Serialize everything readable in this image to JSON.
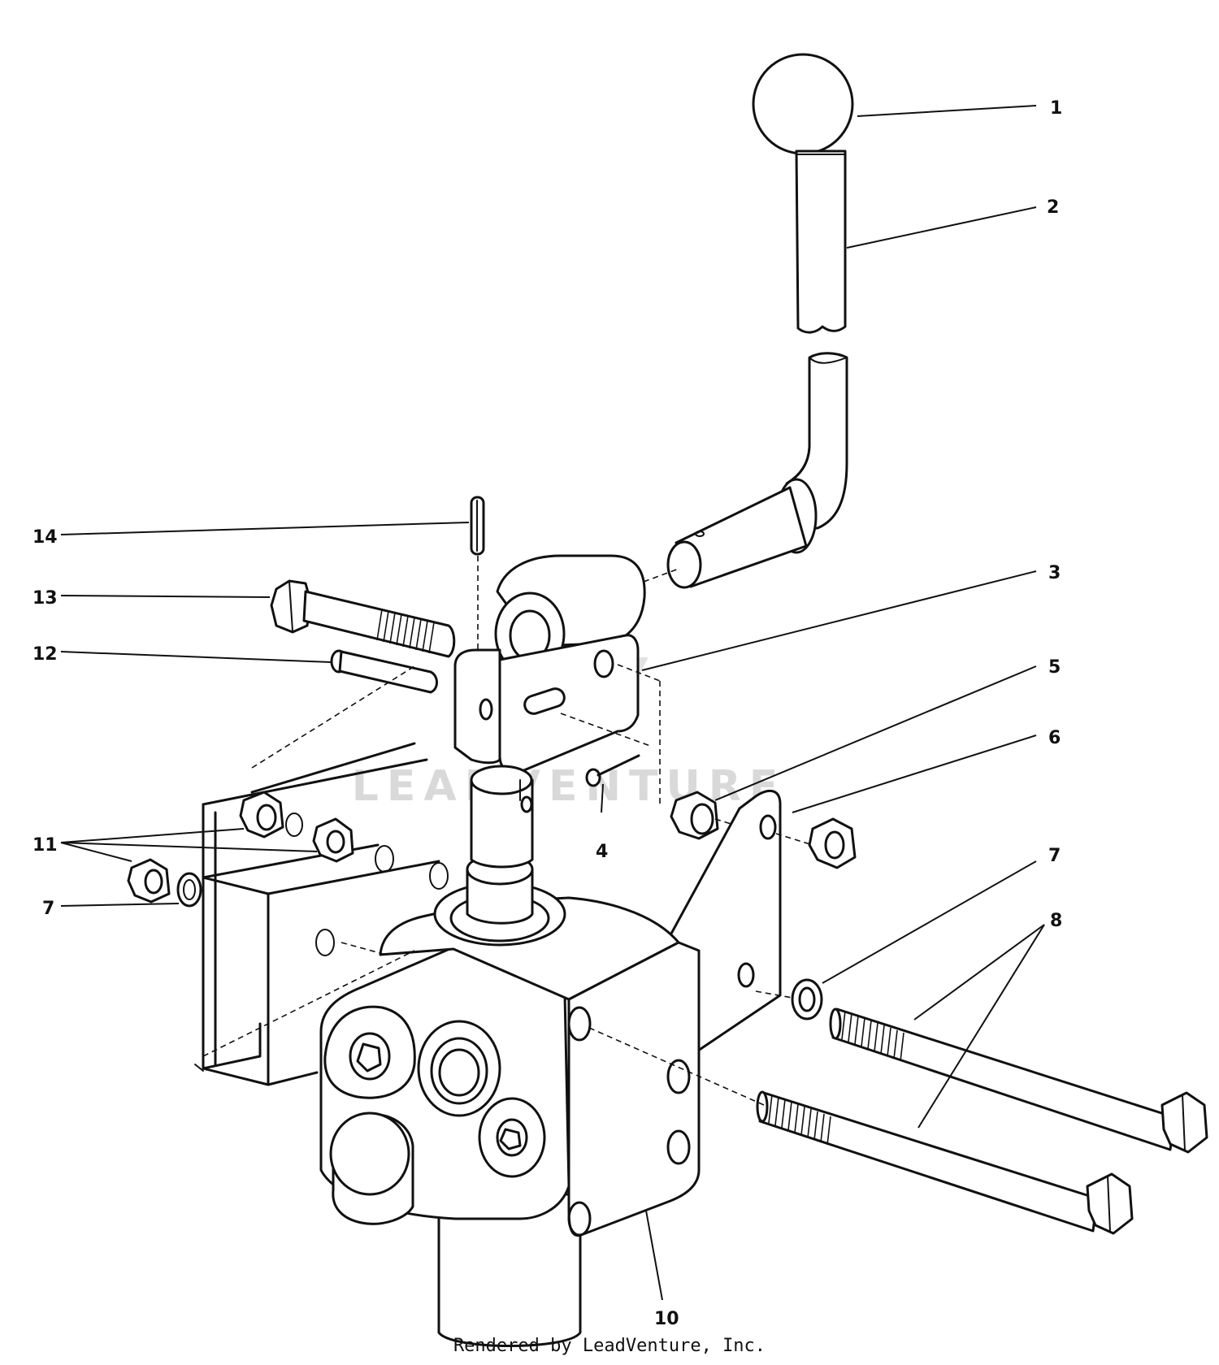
{
  "callouts": [
    {
      "label": "1"
    },
    {
      "label": "2"
    },
    {
      "label": "14"
    },
    {
      "label": "13"
    },
    {
      "label": "3"
    },
    {
      "label": "12"
    },
    {
      "label": "5"
    },
    {
      "label": "6"
    },
    {
      "label": "11"
    },
    {
      "label": "4"
    },
    {
      "label": "7"
    },
    {
      "label": "7"
    },
    {
      "label": "8"
    },
    {
      "label": "10"
    }
  ],
  "watermark": "LEADVENTURE",
  "credit": "Rendered by LeadVenture, Inc."
}
